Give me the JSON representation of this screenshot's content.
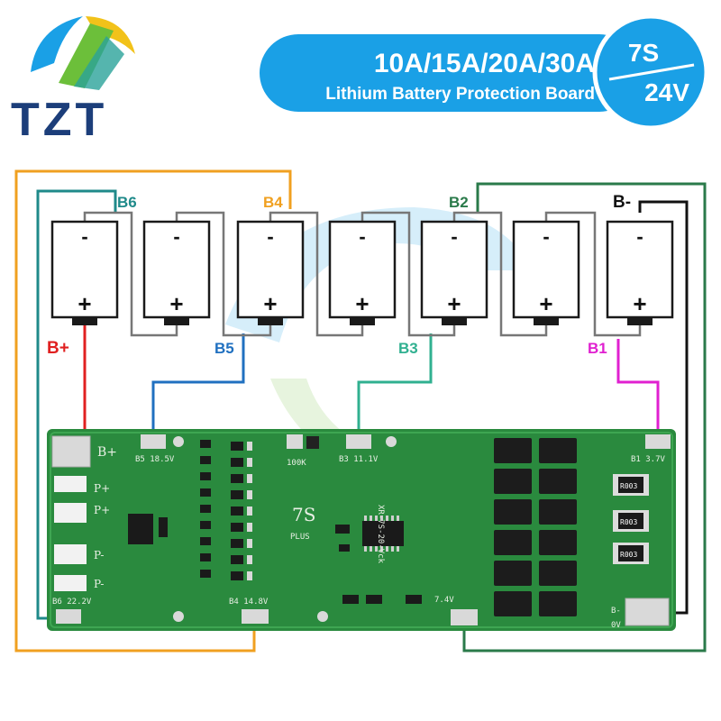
{
  "brand": {
    "logo_text": "TZT"
  },
  "banner": {
    "currents": "10A/15A/20A/30A",
    "subtitle": "Lithium Battery Protection Board",
    "series": "7S",
    "voltage": "24V"
  },
  "colors": {
    "banner_blue": "#1aa0e6",
    "pcb_green": "#2a8a3e",
    "orange_wire": "#f0a020",
    "teal_wire": "#1f8a8a",
    "blue_wire": "#2070c0",
    "green_wire": "#2a7a4a",
    "mint_wire": "#30b090",
    "red_wire": "#e02020",
    "magenta_wire": "#e020d0",
    "black_wire": "#111111"
  },
  "cells": [
    {
      "minus": "-",
      "plus": "+"
    },
    {
      "minus": "-",
      "plus": "+"
    },
    {
      "minus": "-",
      "plus": "+"
    },
    {
      "minus": "-",
      "plus": "+"
    },
    {
      "minus": "-",
      "plus": "+"
    },
    {
      "minus": "-",
      "plus": "+"
    },
    {
      "minus": "-",
      "plus": "+"
    }
  ],
  "taps": {
    "b_plus": "B+",
    "b6": "B6",
    "b5": "B5",
    "b4": "B4",
    "b3": "B3",
    "b2": "B2",
    "b1": "B1",
    "b_minus": "B-"
  },
  "pcb": {
    "pad_b_plus": "B+",
    "pad_p_plus_1": "P+",
    "pad_p_plus_2": "P+",
    "pad_p_minus_1": "P-",
    "pad_p_minus_2": "P-",
    "silk_b5": "B5 18.5V",
    "silk_b3": "B3 11.1V",
    "silk_b1": "B1 3.7V",
    "silk_b6": "B6 22.2V",
    "silk_b4": "B4 14.8V",
    "silk_100k": "100K",
    "silk_7s": "7S",
    "silk_plus": "PLUS",
    "silk_model": "XR-7S-20-Vck",
    "silk_7_4v": "7.4V",
    "silk_0v": "0V",
    "silk_b_minus": "B-",
    "shunt_label": "R003"
  }
}
